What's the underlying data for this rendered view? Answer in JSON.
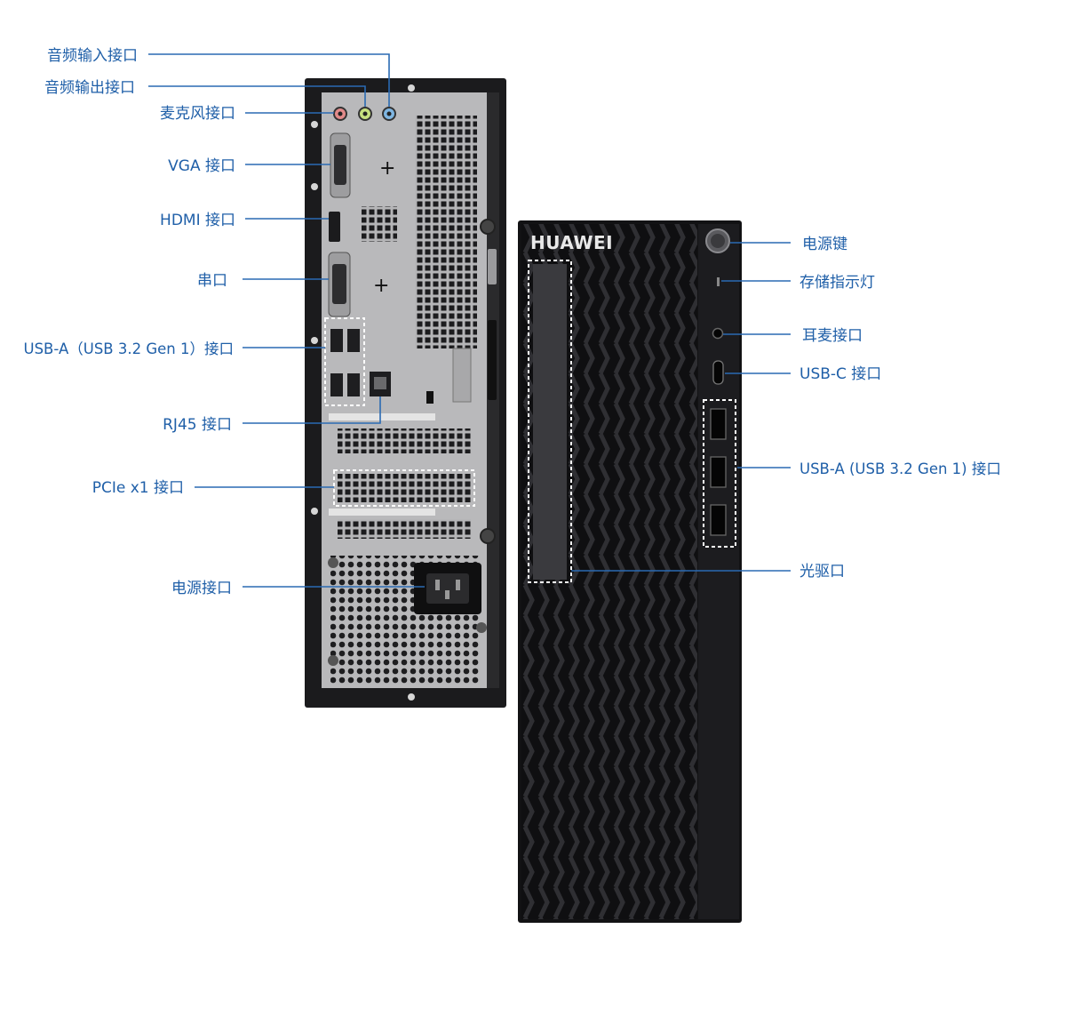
{
  "brand": "HUAWEI",
  "colors": {
    "label": "#1f5fa8",
    "leader": "#2a6ab3",
    "chassis": "#1b1b1d",
    "panel": "#b9b9bb",
    "front": "#121214"
  },
  "rear_labels": {
    "audio_in": "音频输入接口",
    "audio_out": "音频输出接口",
    "mic": "麦克风接口",
    "vga": "VGA 接口",
    "hdmi": "HDMI 接口",
    "serial": "串口",
    "usb_a": "USB-A（USB 3.2 Gen 1）接口",
    "rj45": "RJ45 接口",
    "pcie": "PCIe x1 接口",
    "power_port": "电源接口"
  },
  "front_labels": {
    "power_key": "电源键",
    "storage_led": "存储指示灯",
    "headset": "耳麦接口",
    "usb_c": "USB-C 接口",
    "usb_a": "USB-A (USB 3.2 Gen 1) 接口",
    "optical": "光驱口"
  }
}
